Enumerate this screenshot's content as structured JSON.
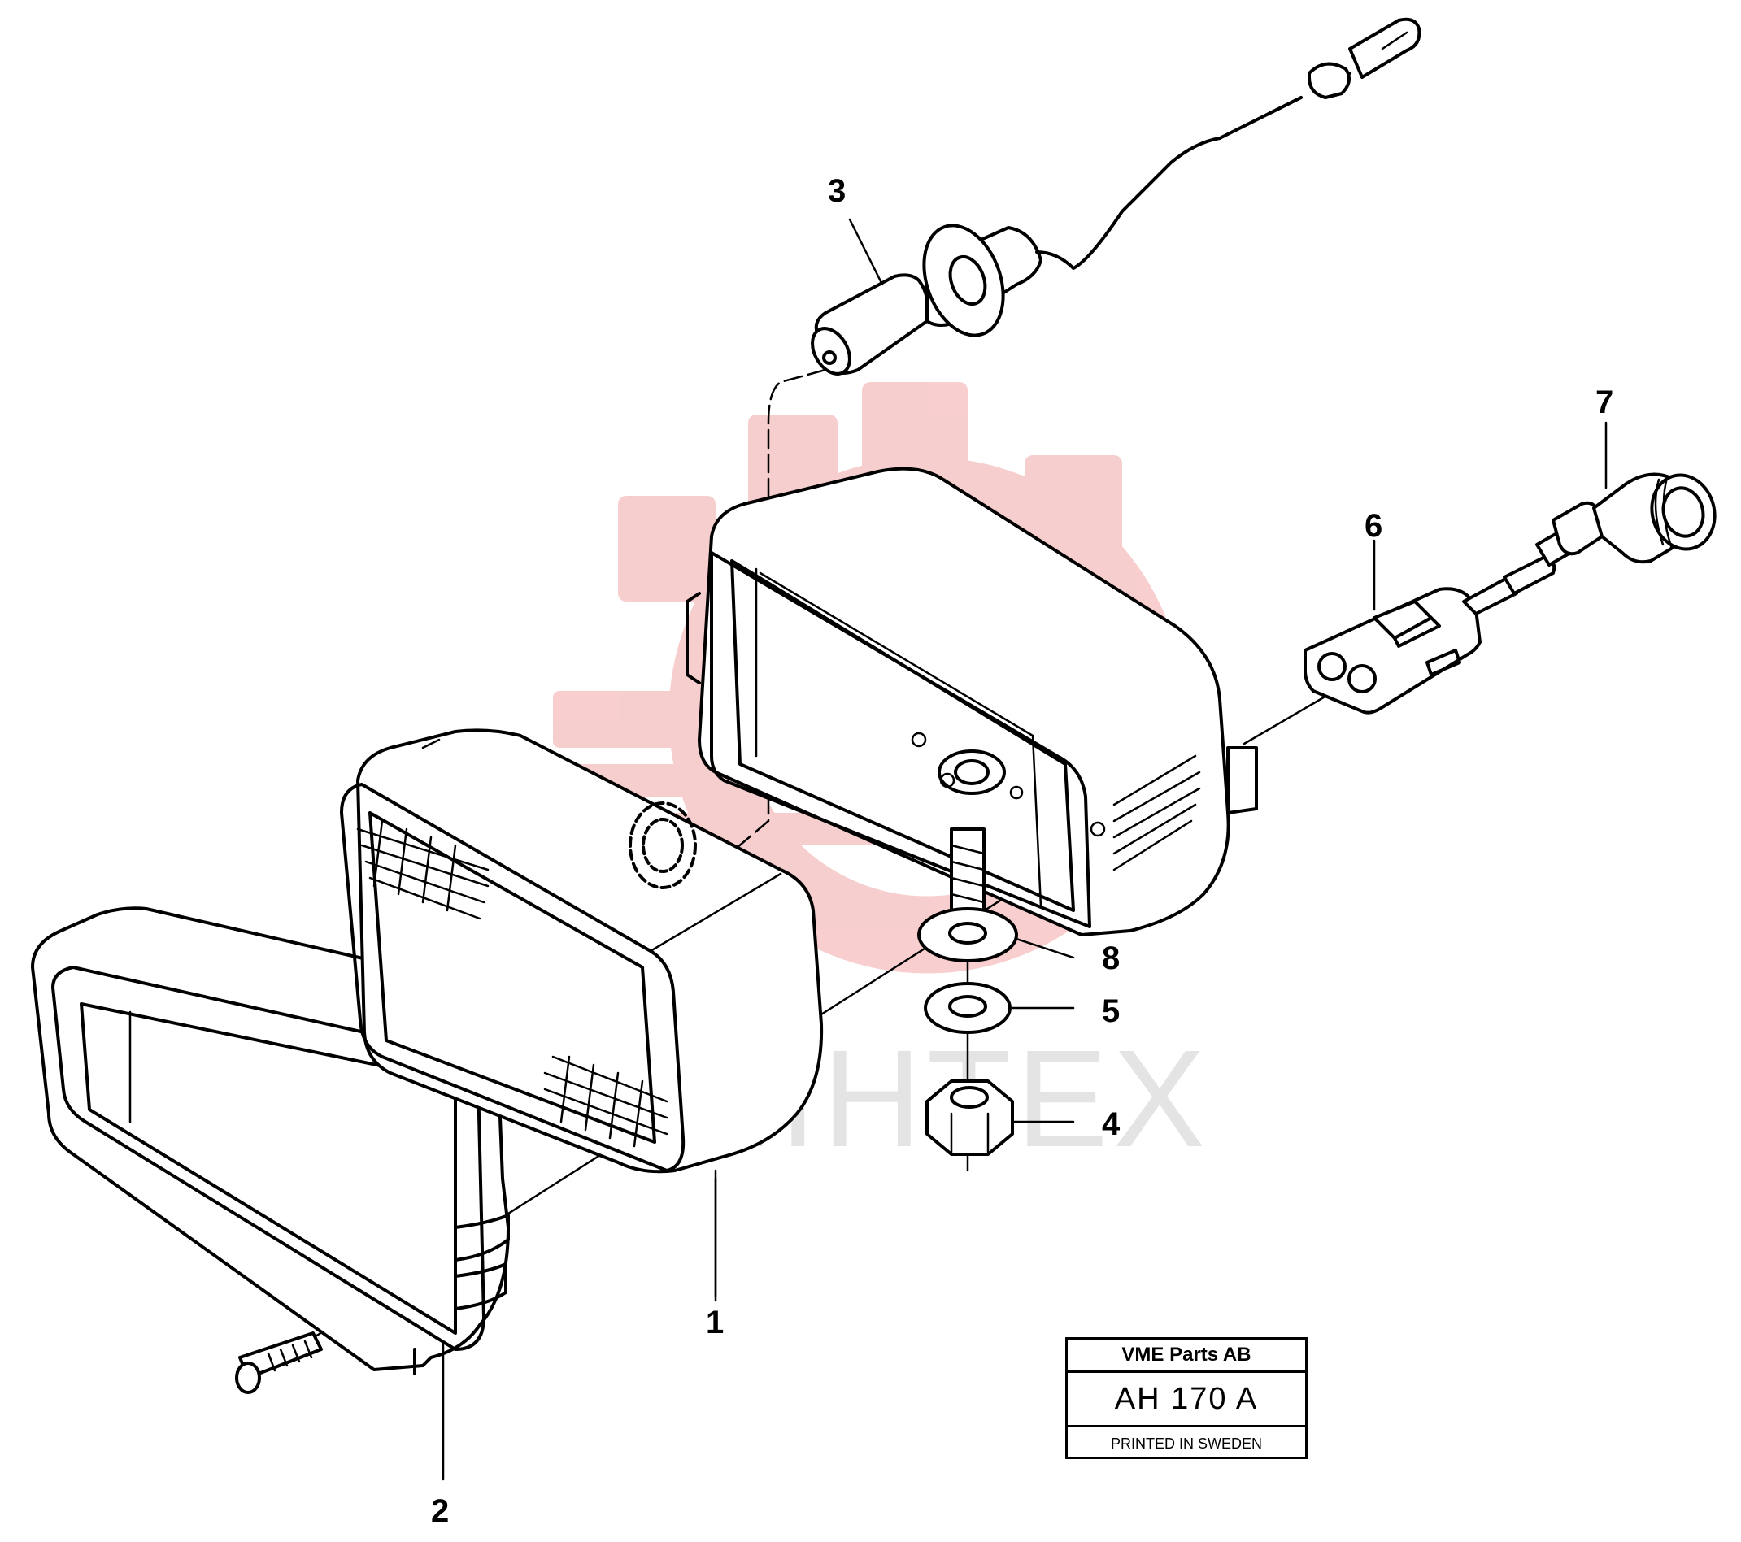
{
  "callouts": [
    {
      "id": "1",
      "label": "1"
    },
    {
      "id": "2",
      "label": "2"
    },
    {
      "id": "3",
      "label": "3"
    },
    {
      "id": "4",
      "label": "4"
    },
    {
      "id": "5",
      "label": "5"
    },
    {
      "id": "6",
      "label": "6"
    },
    {
      "id": "7",
      "label": "7"
    },
    {
      "id": "8",
      "label": "8"
    }
  ],
  "title_block": {
    "company": "VME Parts AB",
    "code": "AH 170  A",
    "printed": "PRINTED IN SWEDEN"
  },
  "watermark": {
    "text": "MIHTEX",
    "colors": {
      "logo": "#f7c9c9",
      "text": "#e4e4e4"
    }
  }
}
